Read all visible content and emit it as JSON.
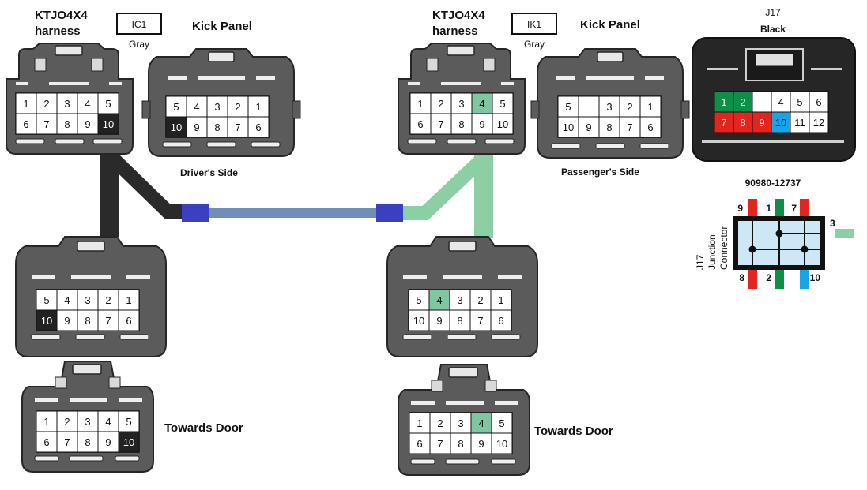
{
  "colors": {
    "housing": "#5b5b5b",
    "housing_dark": "#262626",
    "pin_black": "#222222",
    "pin_green": "#7fc7a0",
    "j17_green": "#0e8f48",
    "j17_red": "#e3241f",
    "j17_blue": "#1ba3e8",
    "wire_black": "#2a2a2a",
    "wire_blue": "#6f8fb8",
    "wire_blue_end": "#3b3fc2",
    "wire_green": "#8ccfa5",
    "junction_fill": "#cde7f7"
  },
  "left": {
    "harness_title": "KTJO4X4",
    "harness_sub": "harness",
    "code": "IC1",
    "code_color": "Gray",
    "kick_title": "Kick Panel",
    "side_label": "Driver's Side",
    "door_label": "Towards Door",
    "harness_pins": [
      "1",
      "2",
      "3",
      "4",
      "5",
      "6",
      "7",
      "8",
      "9",
      "10"
    ],
    "kick_pins": [
      "5",
      "4",
      "3",
      "2",
      "1",
      "10",
      "9",
      "8",
      "7",
      "6"
    ],
    "mid_pins": [
      "5",
      "4",
      "3",
      "2",
      "1",
      "10",
      "9",
      "8",
      "7",
      "6"
    ],
    "door_pins": [
      "1",
      "2",
      "3",
      "4",
      "5",
      "6",
      "7",
      "8",
      "9",
      "10"
    ]
  },
  "right": {
    "harness_title": "KTJO4X4",
    "harness_sub": "harness",
    "code": "IK1",
    "code_color": "Gray",
    "kick_title": "Kick Panel",
    "side_label": "Passenger's Side",
    "door_label": "Towards Door",
    "harness_pins": [
      "1",
      "2",
      "3",
      "4",
      "5",
      "6",
      "7",
      "8",
      "9",
      "10"
    ],
    "kick_pins": [
      "5",
      "",
      "3",
      "2",
      "1",
      "10",
      "9",
      "8",
      "7",
      "6"
    ],
    "mid_pins": [
      "5",
      "4",
      "3",
      "2",
      "1",
      "10",
      "9",
      "8",
      "7",
      "6"
    ],
    "door_pins": [
      "1",
      "2",
      "3",
      "4",
      "5",
      "6",
      "7",
      "8",
      "9",
      "10"
    ]
  },
  "j17": {
    "title": "J17",
    "color": "Black",
    "pins": [
      "1",
      "2",
      "",
      "4",
      "5",
      "6",
      "7",
      "8",
      "9",
      "10",
      "11",
      "12"
    ],
    "part_number": "90980-12737",
    "junction_label_1": "J17",
    "junction_label_2": "Junction",
    "junction_label_3": "Connector",
    "top_pins": [
      "9",
      "1",
      "7"
    ],
    "bottom_pins": [
      "8",
      "2",
      "10"
    ],
    "side_pin": "3"
  }
}
